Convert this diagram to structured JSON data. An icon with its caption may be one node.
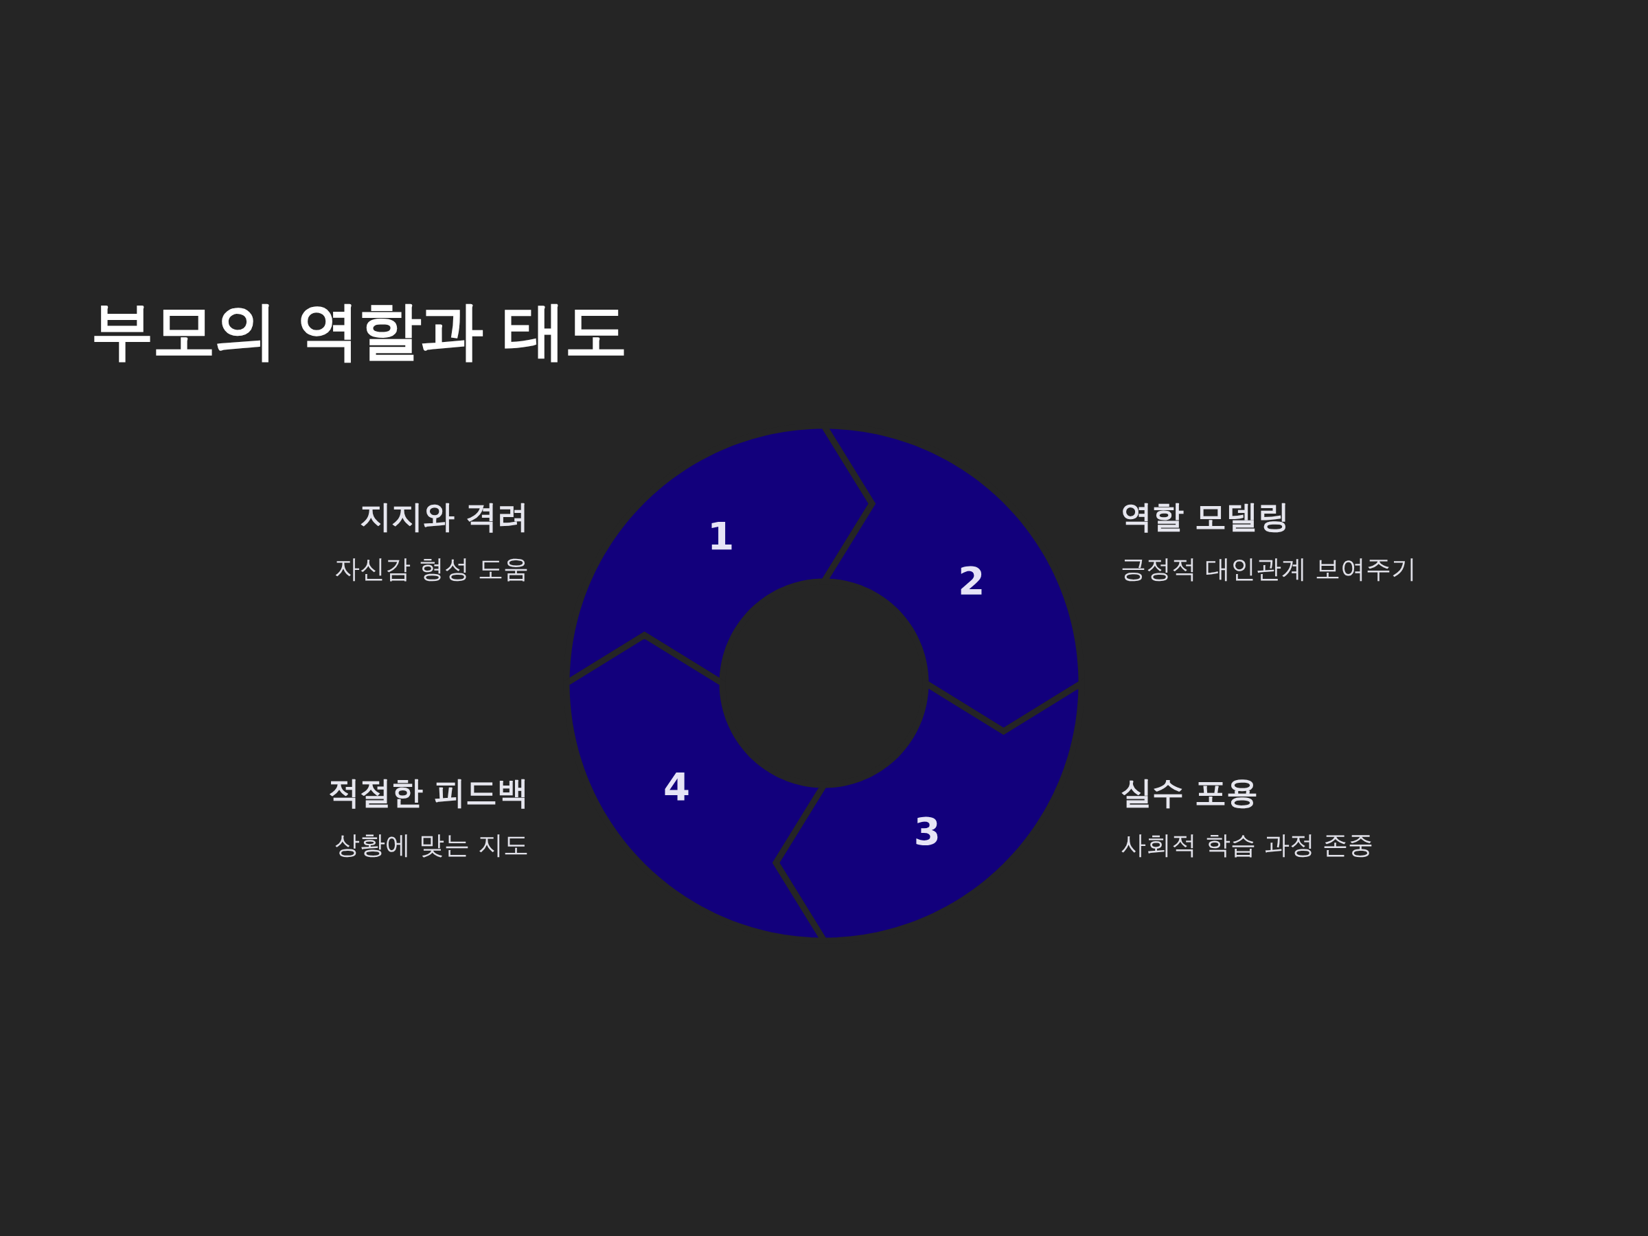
{
  "diagram": {
    "title": "부모의 역할과 태도",
    "nodes": [
      {
        "text": [
          "1"
        ],
        "beside": [
          "지지와 격려",
          "자신감 형성 도움"
        ]
      },
      {
        "text": [
          "2"
        ],
        "beside": [
          "역할 모델링",
          "긍정적 대인관계 보여주기"
        ]
      },
      {
        "text": [
          "3"
        ],
        "beside": [
          "실수 포용",
          "사회적 학습 과정 존중"
        ]
      },
      {
        "text": [
          "4"
        ],
        "beside": [
          "적절한 피드백",
          "상황에 맞는 지도"
        ]
      }
    ]
  }
}
